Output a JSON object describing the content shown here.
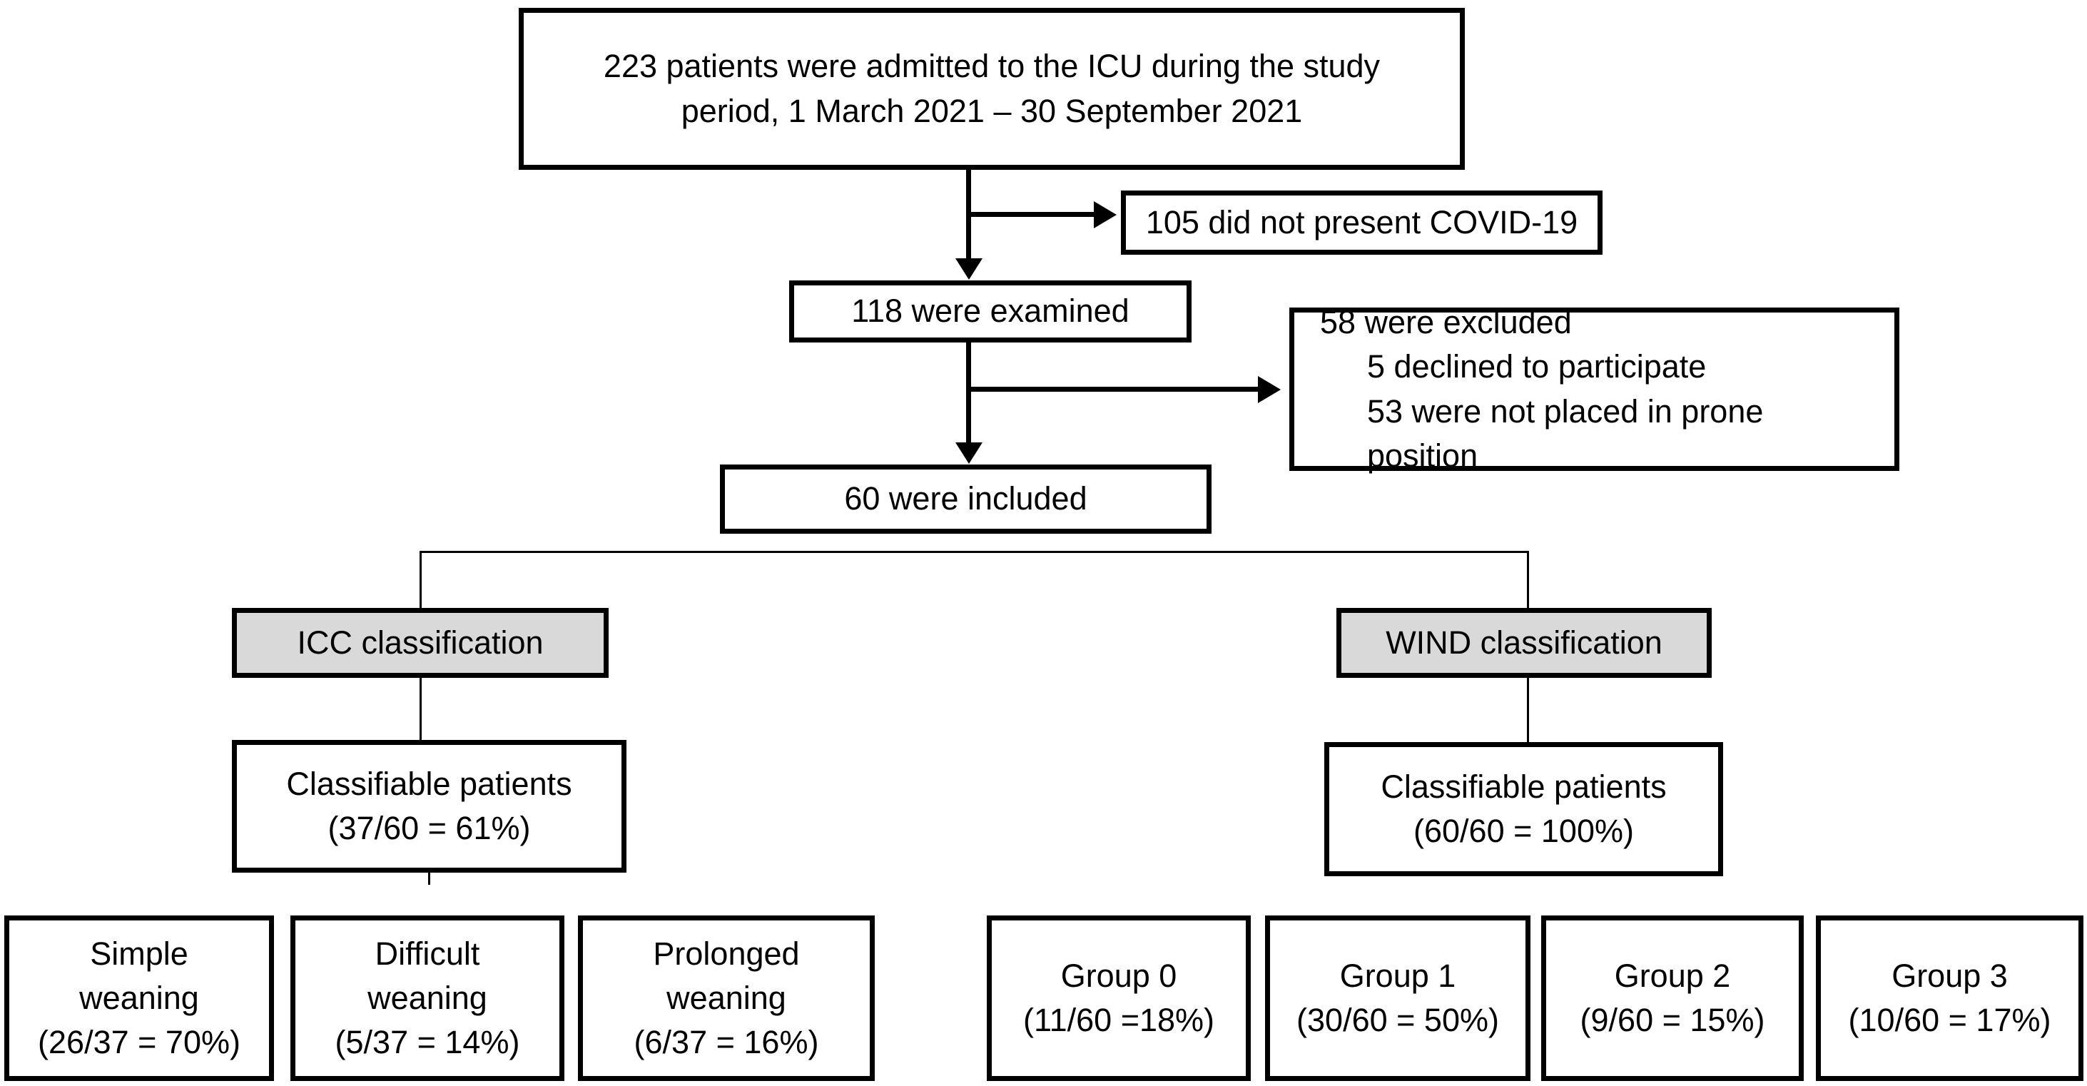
{
  "diagram": {
    "kind": "patient-flow-chart",
    "colors": {
      "background": "#ffffff",
      "box_border": "#000000",
      "box_fill": "#ffffff",
      "classification_fill": "#d9d9d9",
      "connector": "#000000",
      "text": "#000000"
    },
    "nodes": {
      "admitted": {
        "line1": "223 patients were admitted to the ICU during the study",
        "line2": "period, 1 March 2021 – 30 September 2021"
      },
      "not_covid": {
        "text": "105 did not present COVID-19"
      },
      "examined": {
        "text": "118 were examined"
      },
      "excluded": {
        "line1": "58 were excluded",
        "line2": "5 declined to participate",
        "line3": "53 were not placed in prone position"
      },
      "included": {
        "text": "60 were included"
      },
      "icc": {
        "text": "ICC classification"
      },
      "wind": {
        "text": "WIND classification"
      },
      "classifiable_icc": {
        "line1": "Classifiable patients",
        "line2": "(37/60 = 61%)"
      },
      "classifiable_wind": {
        "line1": "Classifiable patients",
        "line2": "(60/60 = 100%)"
      },
      "simple_weaning": {
        "line1": "Simple",
        "line2": "weaning",
        "line3": "(26/37 = 70%)"
      },
      "difficult_weaning": {
        "line1": "Difficult",
        "line2": "weaning",
        "line3": "(5/37 = 14%)"
      },
      "prolonged_weaning": {
        "line1": "Prolonged",
        "line2": "weaning",
        "line3": "(6/37 = 16%)"
      },
      "group0": {
        "line1": "Group 0",
        "line2": "(11/60 =18%)"
      },
      "group1": {
        "line1": "Group 1",
        "line2": "(30/60 = 50%)"
      },
      "group2": {
        "line1": "Group 2",
        "line2": "(9/60 = 15%)"
      },
      "group3": {
        "line1": "Group 3",
        "line2": "(10/60 = 17%)"
      }
    }
  }
}
